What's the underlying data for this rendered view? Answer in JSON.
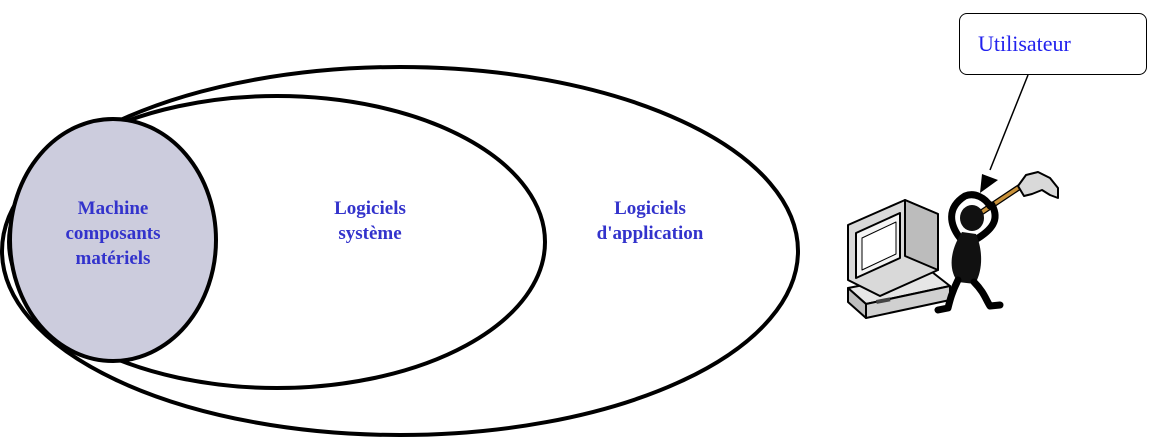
{
  "labels": {
    "hardware": "Machine\ncomposants\nmatériels",
    "system": "Logiciels\nsystème",
    "application": "Logiciels\nd'application"
  },
  "callout": {
    "text": "Utilisateur"
  },
  "icons": {
    "user": "user-with-hammer-icon",
    "computer": "computer-icon"
  },
  "colors": {
    "label": "#3333cc",
    "callout_text": "#2222ee",
    "hardware_fill": "#ccccdd",
    "outline": "#000000"
  }
}
